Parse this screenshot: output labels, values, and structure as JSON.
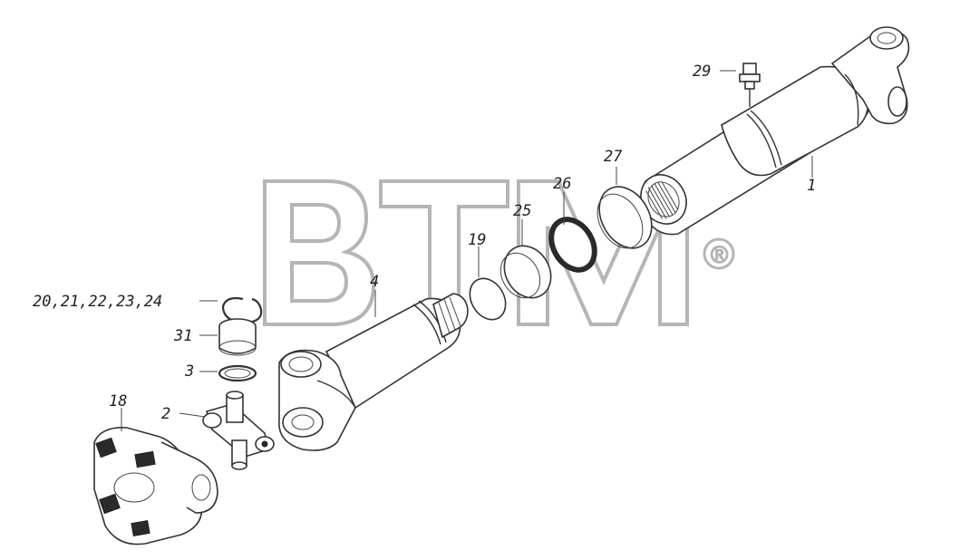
{
  "watermark": {
    "text": "BTM",
    "mark": "®"
  },
  "callouts": [
    {
      "id": "c1",
      "label": "1"
    },
    {
      "id": "c2",
      "label": "2"
    },
    {
      "id": "c3",
      "label": "3"
    },
    {
      "id": "c4",
      "label": "4"
    },
    {
      "id": "c18",
      "label": "18"
    },
    {
      "id": "c19",
      "label": "19"
    },
    {
      "id": "c20",
      "label": "20,21,22,23,24"
    },
    {
      "id": "c25",
      "label": "25"
    },
    {
      "id": "c26",
      "label": "26"
    },
    {
      "id": "c27",
      "label": "27"
    },
    {
      "id": "c29",
      "label": "29"
    },
    {
      "id": "c31",
      "label": "31"
    }
  ],
  "colors": {
    "line": "#333333",
    "watermark": "#b5b5b5",
    "background": "#ffffff"
  }
}
